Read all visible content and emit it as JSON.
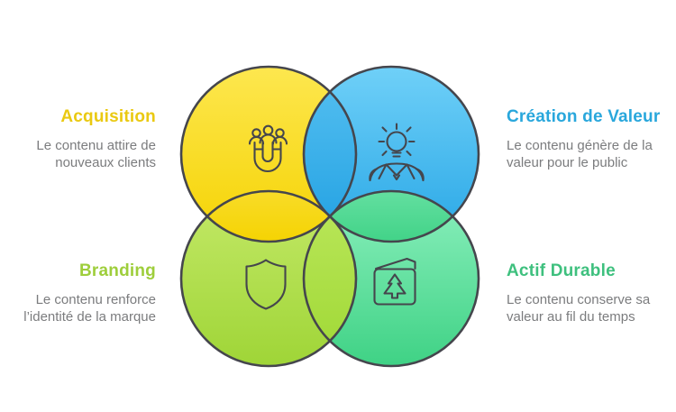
{
  "page": {
    "background": "#FFFFFF"
  },
  "diagram": {
    "type": "venn-4-circles",
    "outline_color": "#45464D",
    "text_color": "#7B7C7E",
    "quadrants": [
      {
        "position": "top-left",
        "title": "Acquisition",
        "title_color": "#EAC911",
        "description": "Le contenu attire de\nnouveaux clients",
        "icon": "magnet-audience-icon",
        "gradient": [
          "#FDE74F",
          "#F5D303"
        ],
        "overlap_gradient": [
          "#F8DC28",
          "#F5D303"
        ]
      },
      {
        "position": "top-right",
        "title": "Création de Valeur",
        "title_color": "#29A7DC",
        "description": "Le contenu génère de la\nvaleur pour le public",
        "icon": "idea-person-icon",
        "gradient": [
          "#6FD0F8",
          "#29A7E6"
        ],
        "overlap_gradient": [
          "#4FBCEF",
          "#29A5E4"
        ]
      },
      {
        "position": "bottom-left",
        "title": "Branding",
        "title_color": "#9ECE3B",
        "description": "Le contenu renforce\nl’identité de la marque",
        "icon": "shield-icon",
        "gradient": [
          "#C4E968",
          "#9FD537"
        ],
        "overlap_gradient": [
          "#B7E556",
          "#A3DA3A"
        ]
      },
      {
        "position": "bottom-right",
        "title": "Actif Durable",
        "title_color": "#3EC07E",
        "description": "Le contenu conserve sa\nvaleur au fil du temps",
        "icon": "evergreen-card-icon",
        "gradient": [
          "#8CF0BE",
          "#3FD285"
        ],
        "overlap_gradient": [
          "#63DFA0",
          "#42D388"
        ]
      }
    ]
  }
}
